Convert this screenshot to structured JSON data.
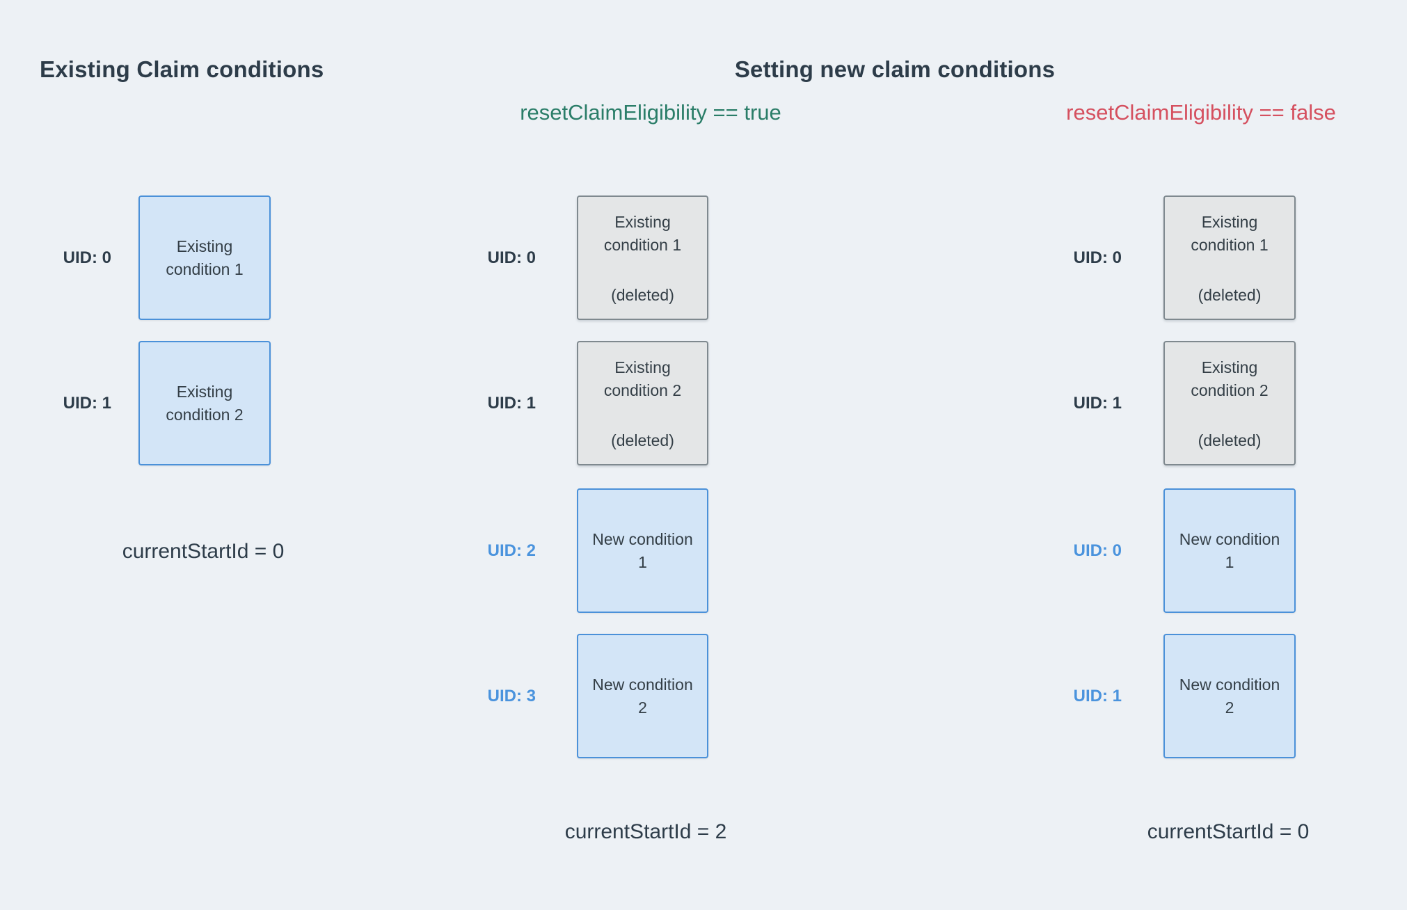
{
  "titles": {
    "existing": "Existing Claim conditions",
    "setting": "Setting new claim conditions"
  },
  "subtitles": {
    "reset_true": "resetClaimEligibility == true",
    "reset_false": "resetClaimEligibility == false"
  },
  "columns": {
    "existing": {
      "rows": [
        {
          "uid": "UID: 0",
          "label": "Existing condition 1"
        },
        {
          "uid": "UID: 1",
          "label": "Existing condition 2"
        }
      ],
      "footer": "currentStartId = 0"
    },
    "reset_true": {
      "rows": [
        {
          "uid": "UID: 0",
          "label": "Existing condition 1",
          "note": "(deleted)"
        },
        {
          "uid": "UID: 1",
          "label": "Existing condition 2",
          "note": "(deleted)"
        },
        {
          "uid": "UID: 2",
          "label": "New condition 1"
        },
        {
          "uid": "UID: 3",
          "label": "New condition 2"
        }
      ],
      "footer": "currentStartId = 2"
    },
    "reset_false": {
      "rows": [
        {
          "uid": "UID: 0",
          "label": "Existing condition 1",
          "note": "(deleted)"
        },
        {
          "uid": "UID: 1",
          "label": "Existing condition 2",
          "note": "(deleted)"
        },
        {
          "uid": "UID: 0",
          "label": "New condition 1"
        },
        {
          "uid": "UID: 1",
          "label": "New condition 2"
        }
      ],
      "footer": "currentStartId = 0"
    }
  },
  "colors": {
    "background": "#edf1f5",
    "text_dark": "#2d3c49",
    "box_blue_fill": "#d3e5f7",
    "box_blue_border": "#4b91d9",
    "uid_blue": "#4a93dd",
    "box_gray_fill": "#e4e6e7",
    "box_gray_border": "#7f898f",
    "green_true": "#2a7d68",
    "red_false": "#d5505f"
  }
}
